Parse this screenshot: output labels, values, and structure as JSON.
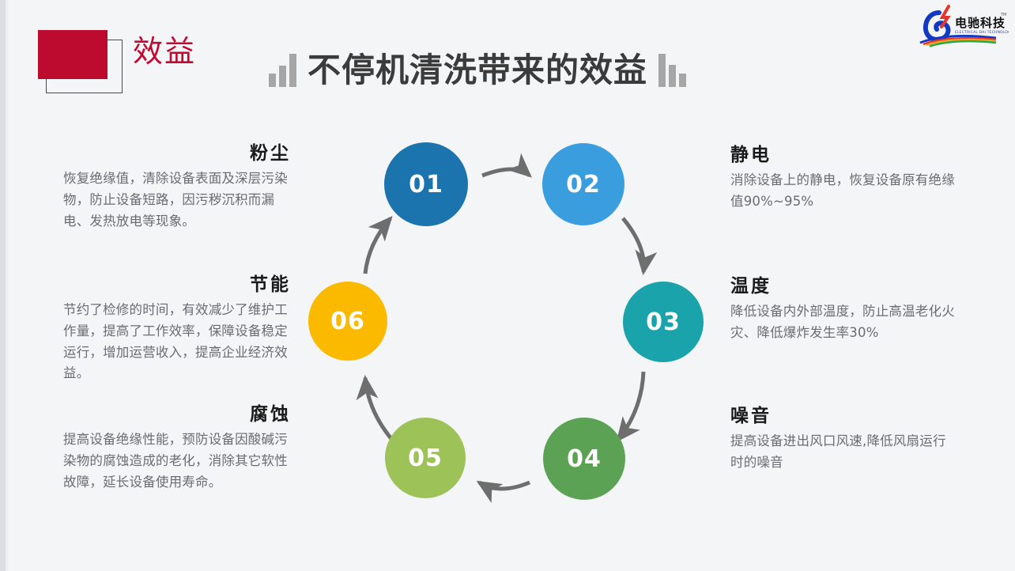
{
  "header": {
    "badge_label": "效益",
    "badge_color": "#bd0a2f",
    "title": "不停机清洗带来的效益",
    "left_glyph": "bar-chart-ascending",
    "right_glyph": "bar-chart-descending"
  },
  "logo": {
    "name_cn": "电驰科技",
    "name_en": "ELECTRICAL DAI TECHNOLOGY",
    "trademark": "TM"
  },
  "diagram": {
    "type": "cycle",
    "nodes": [
      {
        "id": "01",
        "color": "#1b74ae"
      },
      {
        "id": "02",
        "color": "#3a9ddd"
      },
      {
        "id": "03",
        "color": "#1ba3ab"
      },
      {
        "id": "04",
        "color": "#5ba255"
      },
      {
        "id": "05",
        "color": "#9cc258"
      },
      {
        "id": "06",
        "color": "#fbba00"
      }
    ],
    "arrow_color": "#6e6e6e",
    "flow": "01 → 02 → 03 → 04 → 05 → 06 → 01"
  },
  "benefits": [
    {
      "node": "01",
      "side": "left",
      "title": "粉尘",
      "body": "恢复绝缘值，清除设备表面及深层污染物，防止设备短路，因污秽沉积而漏电、发热放电等现象。"
    },
    {
      "node": "02",
      "side": "right",
      "title": "静电",
      "body": "消除设备上的静电，恢复设备原有绝缘值90%~95%"
    },
    {
      "node": "03",
      "side": "right",
      "title": "温度",
      "body": "降低设备内外部温度，防止高温老化火灾、降低爆炸发生率30%"
    },
    {
      "node": "04",
      "side": "right",
      "title": "噪音",
      "body": "提高设备进出风口风速,降低风扇运行时的噪音"
    },
    {
      "node": "05",
      "side": "left",
      "title": "腐蚀",
      "body": "提高设备绝缘性能，预防设备因酸碱污染物的腐蚀造成的老化，消除其它软性故障，延长设备使用寿命。"
    },
    {
      "node": "06",
      "side": "left",
      "title": "节能",
      "body": "节约了检修的时间，有效减少了维护工作量，提高了工作效率，保障设备稳定运行，增加运营收入，提高企业经济效益。"
    }
  ]
}
